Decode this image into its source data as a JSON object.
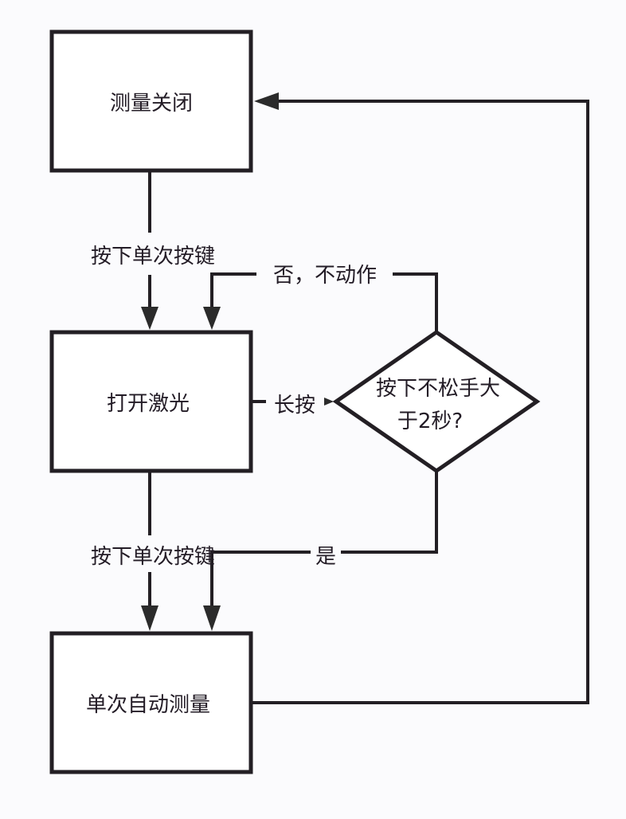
{
  "diagram": {
    "type": "flowchart",
    "nodes": {
      "off": {
        "label": "测量关闭",
        "shape": "rectangle"
      },
      "laser": {
        "label": "打开激光",
        "shape": "rectangle"
      },
      "decision": {
        "label_line1": "按下不松手大",
        "label_line2": "于2秒?",
        "shape": "diamond"
      },
      "auto": {
        "label": "单次自动测量",
        "shape": "rectangle"
      }
    },
    "edges": {
      "off_to_laser": {
        "label": "按下单次按键"
      },
      "laser_to_decision": {
        "label": "长按"
      },
      "decision_no": {
        "label": "否，不动作"
      },
      "decision_yes": {
        "label": "是"
      },
      "laser_to_auto": {
        "label": "按下单次按键"
      },
      "auto_to_off": {
        "label": ""
      }
    },
    "colors": {
      "stroke": "#231f24",
      "text": "#231c26",
      "background": "#fbfbfd"
    }
  }
}
